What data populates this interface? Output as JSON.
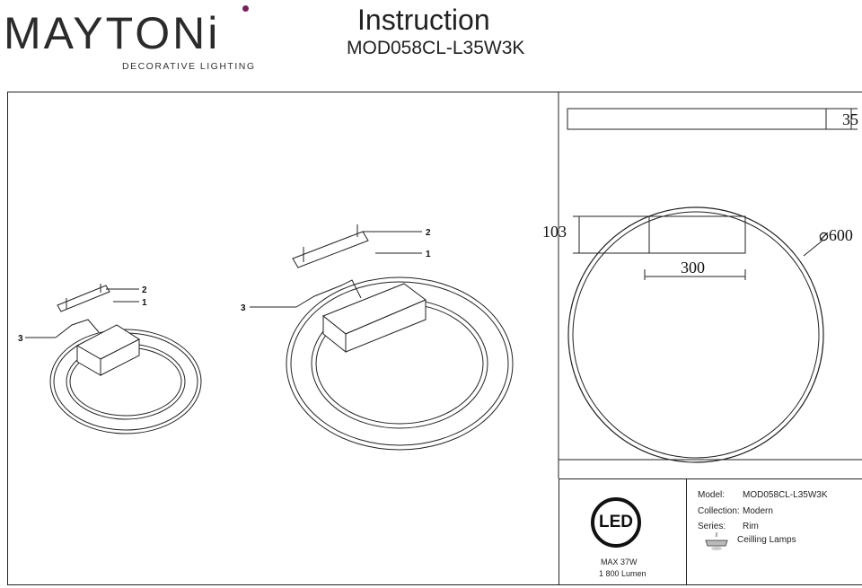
{
  "brand": {
    "name": "MAYTONi",
    "tagline": "DECORATIVE LIGHTING",
    "accent_color": "#7a1f5c"
  },
  "header": {
    "title": "Instruction",
    "model": "MOD058CL-L35W3K"
  },
  "assembly": {
    "small_callouts": [
      "2",
      "1",
      "3"
    ],
    "large_callouts": [
      "2",
      "1",
      "3"
    ]
  },
  "dimensions": {
    "height": "35",
    "base_height": "103",
    "diameter": "⌀600",
    "base_width": "300"
  },
  "specs": {
    "led_label": "LED",
    "power": "MAX 37W",
    "lumen": "1 800 Lumen",
    "model_label": "Model:",
    "model_value": "MOD058CL-L35W3K",
    "collection_label": "Collection:",
    "collection_value": "Modern",
    "series_label": "Series:",
    "series_value": "Rim",
    "category": "Ceilling Lamps"
  }
}
